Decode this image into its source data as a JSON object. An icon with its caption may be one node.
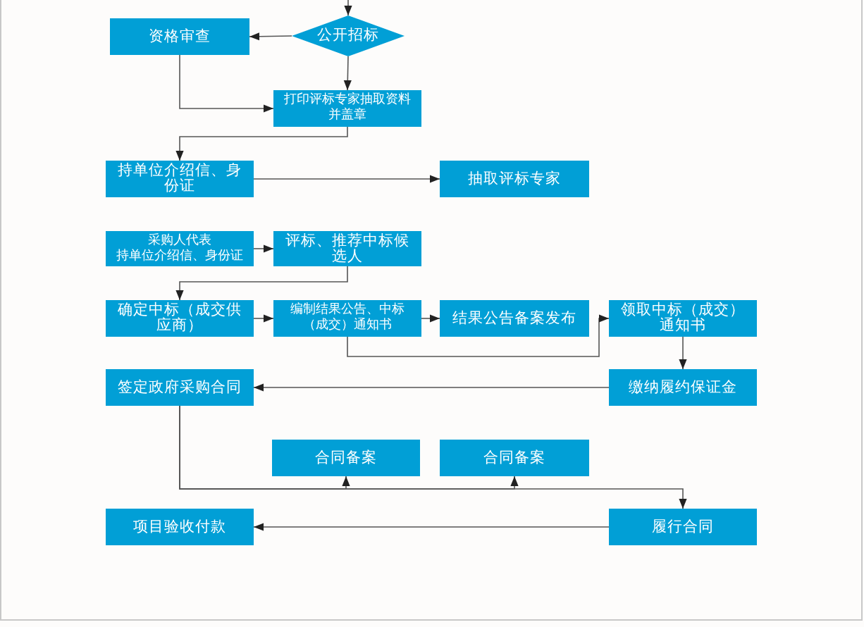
{
  "diagram": {
    "nodes": [
      {
        "text": [
          "资格审查"
        ]
      },
      {
        "text": [
          "公开招标"
        ]
      },
      {
        "text": [
          "打印评标专家抽取资料并盖章"
        ]
      },
      {
        "text": [
          "持单位介绍信、身份证"
        ]
      },
      {
        "text": [
          "抽取评标专家"
        ]
      },
      {
        "text": [
          "采购人代表",
          "持单位介绍信、身份证"
        ]
      },
      {
        "text": [
          "评标、推荐中标候选人"
        ]
      },
      {
        "text": [
          "确定中标（成交供应商）"
        ]
      },
      {
        "text": [
          "编制结果公告、中标（成交）通知书"
        ]
      },
      {
        "text": [
          "结果公告备案发布"
        ]
      },
      {
        "text": [
          "领取中标（成交）通知书"
        ]
      },
      {
        "text": [
          "缴纳履约保证金"
        ]
      },
      {
        "text": [
          "签定政府采购合同"
        ]
      },
      {
        "text": [
          "合同备案"
        ]
      },
      {
        "text": [
          "合同备案"
        ]
      },
      {
        "text": [
          "履行合同"
        ]
      },
      {
        "text": [
          "项目验收付款"
        ]
      }
    ],
    "edges": [
      {
        "from": null,
        "to": 1,
        "arrow": "to"
      },
      {
        "from": 1,
        "to": 0,
        "arrow": "to"
      },
      {
        "from": 1,
        "to": 2,
        "arrow": "to"
      },
      {
        "from": 0,
        "to": 2,
        "arrow": "to"
      },
      {
        "from": 2,
        "to": 3,
        "arrow": "to"
      },
      {
        "from": 3,
        "to": 4,
        "arrow": "to"
      },
      {
        "from": 5,
        "to": 6,
        "arrow": "to"
      },
      {
        "from": 6,
        "to": 7,
        "arrow": "to"
      },
      {
        "from": 7,
        "to": 8,
        "arrow": "to"
      },
      {
        "from": 8,
        "to": 9,
        "arrow": "to"
      },
      {
        "from": 8,
        "to": 10,
        "arrow": "to"
      },
      {
        "from": 10,
        "to": 11,
        "arrow": "to"
      },
      {
        "from": 11,
        "to": 12,
        "arrow": "to"
      },
      {
        "from": 12,
        "to": 13,
        "arrow": "to"
      },
      {
        "from": 12,
        "to": 14,
        "arrow": "to"
      },
      {
        "from": 12,
        "to": 15,
        "arrow": "to"
      },
      {
        "from": 15,
        "to": 16,
        "arrow": "to"
      }
    ]
  }
}
